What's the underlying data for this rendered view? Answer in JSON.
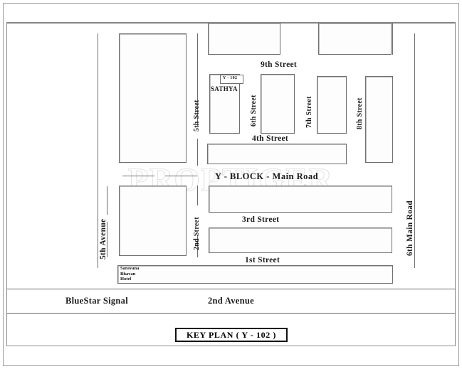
{
  "plan": {
    "title": "KEY PLAN ( Y - 102 )",
    "watermark": "PROPTIGER",
    "highlighted_plot": {
      "unit_label": "Y - 102",
      "project_name": "SATHYA"
    },
    "landmark": {
      "line1": "Saravana",
      "line2": "Bhavan",
      "line3": "Hotel"
    },
    "signal": "BlueStar Signal",
    "main_roads": {
      "center": "Y - BLOCK - Main Road",
      "right": "6th Main Road"
    },
    "avenues": {
      "left": "5th Avenue",
      "bottom": "2nd Avenue"
    },
    "horizontal_streets": [
      {
        "name": "9th Street"
      },
      {
        "name": "4th Street"
      },
      {
        "name": "3rd Street"
      },
      {
        "name": "1st Street"
      }
    ],
    "vertical_streets": [
      {
        "name": "5th Street"
      },
      {
        "name": "6th Street"
      },
      {
        "name": "7th Street"
      },
      {
        "name": "8th Street"
      },
      {
        "name": "2nd Street"
      }
    ]
  }
}
